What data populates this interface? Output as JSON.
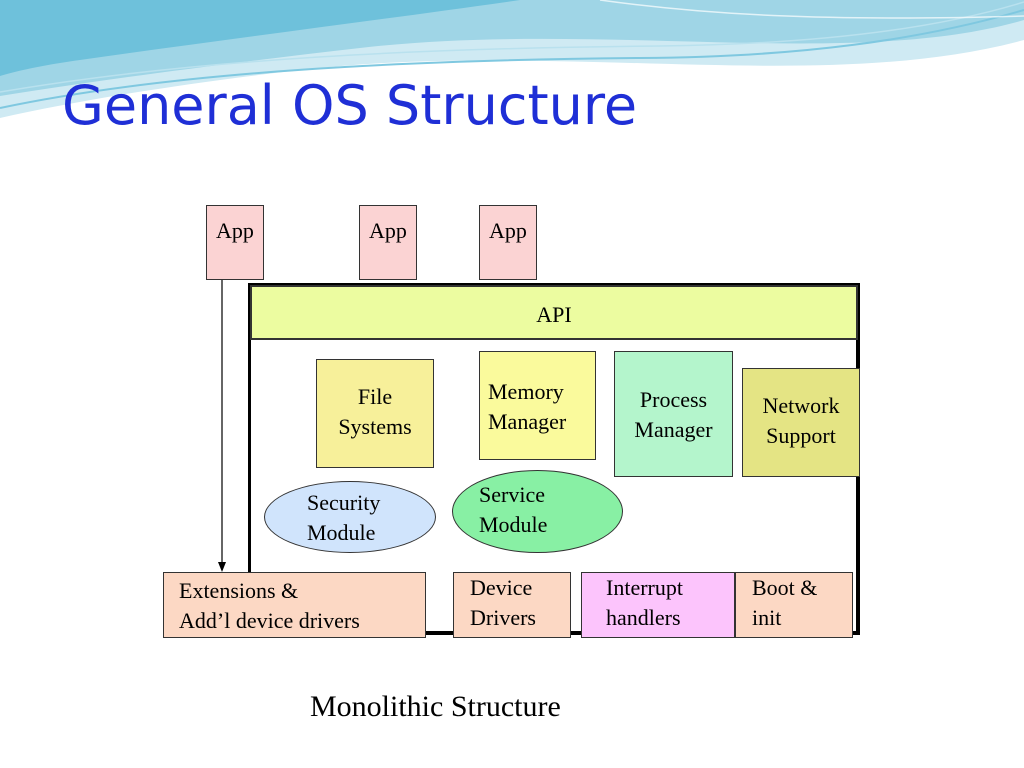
{
  "slide": {
    "title": "General OS Structure",
    "caption": "Monolithic Structure"
  },
  "diagram": {
    "apps": [
      "App",
      "App",
      "App"
    ],
    "api": "API",
    "components": {
      "file_systems": [
        "File",
        "Systems"
      ],
      "memory_manager": [
        "Memory",
        "Manager"
      ],
      "process_manager": [
        "Process",
        "Manager"
      ],
      "network_support": [
        "Network",
        "Support"
      ],
      "security_module": [
        "Security",
        "Module"
      ],
      "service_module": [
        "Service",
        "Module"
      ]
    },
    "bottom_row": {
      "extensions": [
        "Extensions &",
        "Add’l device drivers"
      ],
      "device_drivers": [
        "Device",
        "Drivers"
      ],
      "interrupt_handlers": [
        "Interrupt",
        "handlers"
      ],
      "boot_init": [
        "Boot &",
        "init"
      ]
    }
  },
  "colors": {
    "title": "#1f2fd6",
    "app": "#fbd3d3",
    "api": "#ecfca0",
    "file_systems": "#f7f09a",
    "memory_manager": "#fafa9c",
    "process_manager": "#b4f5cc",
    "network_support": "#e4e484",
    "security_module": "#d0e4fc",
    "service_module": "#88f0a4",
    "extensions": "#fcd8c4",
    "device_drivers": "#fcd8c4",
    "interrupt_handlers": "#fcc4fc",
    "boot_init": "#fcd8c4"
  }
}
